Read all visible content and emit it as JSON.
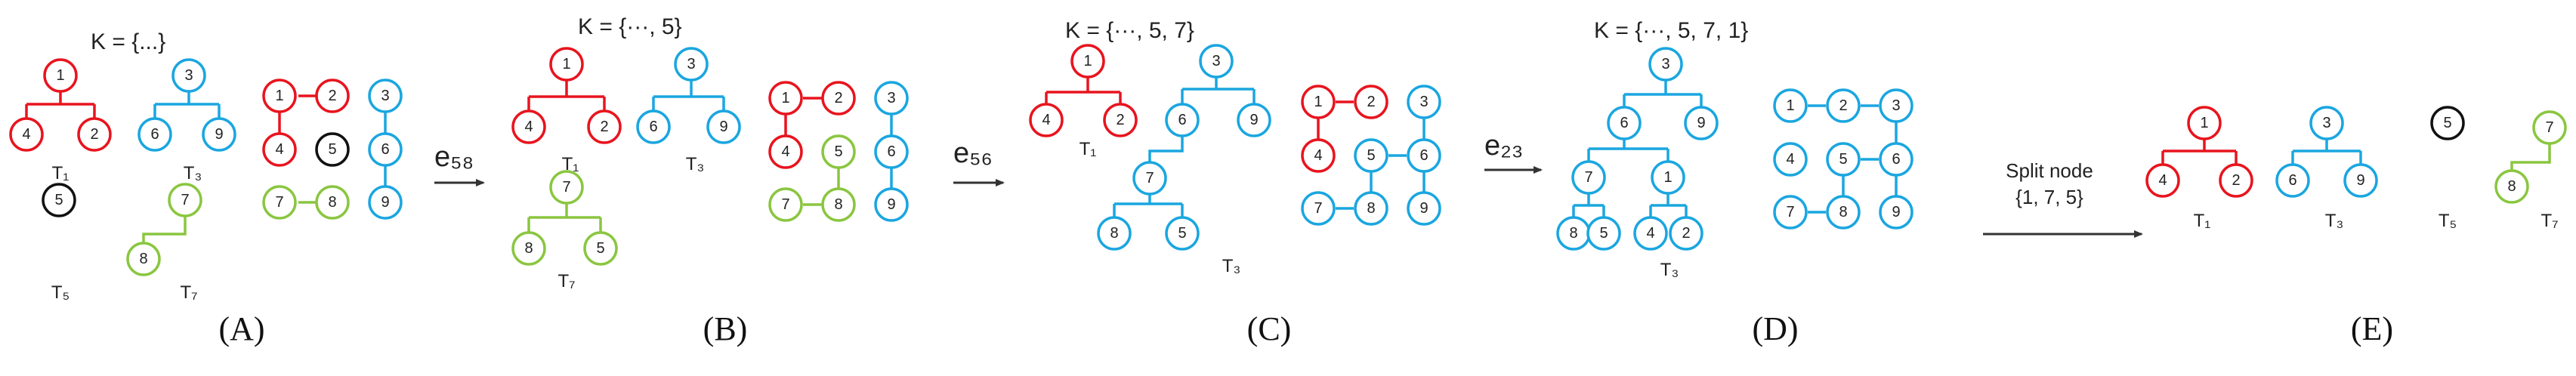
{
  "colors": {
    "red": "#e8141e",
    "blue": "#1aa6e0",
    "green": "#8ac640",
    "black": "#111111",
    "text": "#222222"
  },
  "panels": {
    "A": {
      "label": "(A)",
      "k_set": "K = {...}",
      "trees": [
        "T₁",
        "T₃",
        "T₅",
        "T₇"
      ]
    },
    "B": {
      "label": "(B)",
      "k_set": "K = {···, 5}",
      "trees": [
        "T₁",
        "T₃",
        "T₇"
      ]
    },
    "C": {
      "label": "(C)",
      "k_set": "K = {···, 5, 7}",
      "trees": [
        "T₁",
        "T₃"
      ]
    },
    "D": {
      "label": "(D)",
      "k_set": "K = {···, 5, 7, 1}",
      "trees": [
        "T₃"
      ]
    },
    "E": {
      "label": "(E)",
      "trees": [
        "T₁",
        "T₃",
        "T₅",
        "T₇"
      ]
    }
  },
  "arrows": {
    "ab": "e₅₈",
    "bc": "e₅₆",
    "cd": "e₂₃",
    "de_line1": "Split node",
    "de_line2": "{1, 7, 5}"
  }
}
